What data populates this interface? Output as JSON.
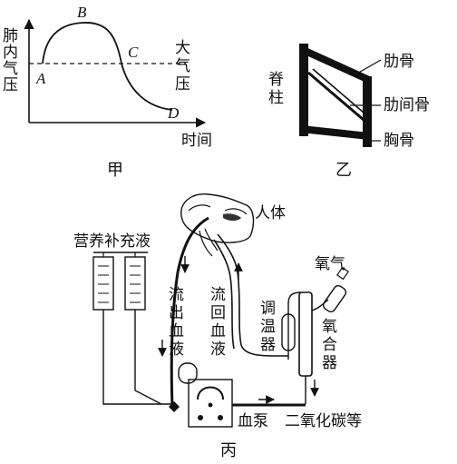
{
  "panel_jia": {
    "caption": "甲",
    "y_axis_label": [
      "肺",
      "内",
      "气",
      "压"
    ],
    "ref_label": [
      "大",
      "气",
      "压"
    ],
    "x_axis_label": "时间",
    "points": [
      "A",
      "B",
      "C",
      "D"
    ]
  },
  "panel_yi": {
    "caption": "乙",
    "left_label": [
      "脊",
      "柱"
    ],
    "labels": [
      "肋骨",
      "肋间骨",
      "胸骨"
    ]
  },
  "panel_bing": {
    "caption": "丙",
    "human_label": "人体",
    "oxygen_label": "氧气",
    "nutrition_label": "营养补充液",
    "outflow_label": [
      "流",
      "出",
      "血",
      "液"
    ],
    "returnflow_label": [
      "流",
      "回",
      "血",
      "液"
    ],
    "thermostat_label": [
      "调",
      "温",
      "器"
    ],
    "oxygenator_label": [
      "氧",
      "合",
      "器"
    ],
    "pump_label": "血泵",
    "co2_label": "二氧化碳等"
  }
}
